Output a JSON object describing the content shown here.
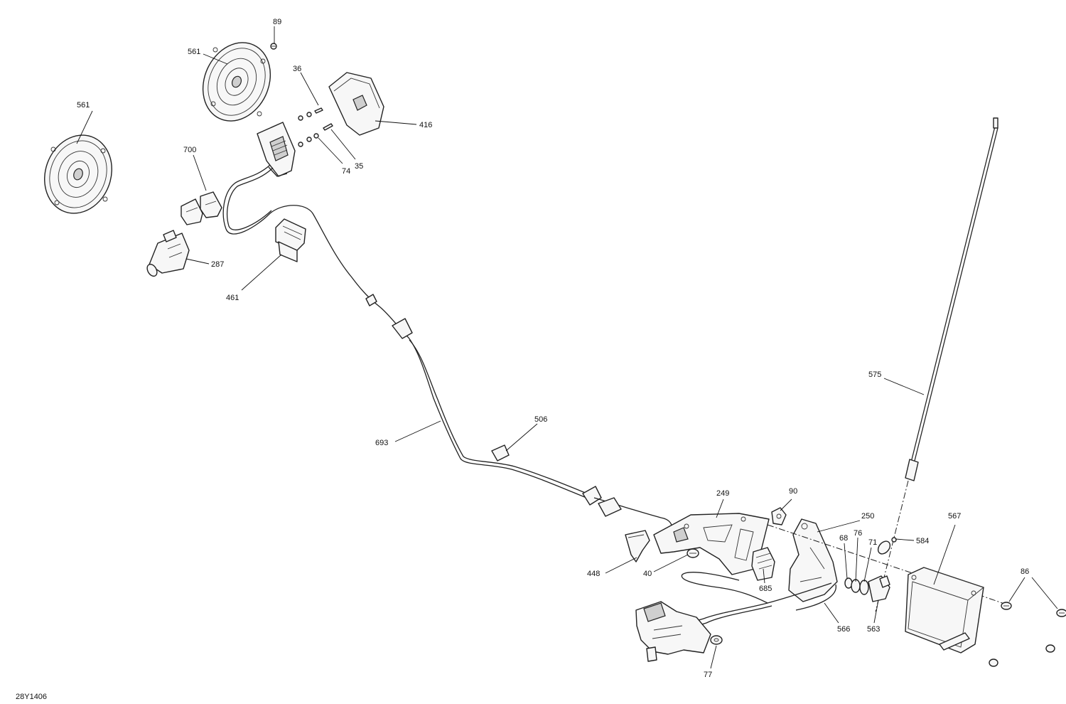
{
  "drawing_code": "28Y1406",
  "callouts": {
    "c89": "89",
    "c561a": "561",
    "c36": "36",
    "c561b": "561",
    "c416": "416",
    "c700": "700",
    "c74": "74",
    "c35": "35",
    "c287": "287",
    "c461": "461",
    "c575": "575",
    "c693": "693",
    "c506": "506",
    "c249": "249",
    "c90": "90",
    "c250": "250",
    "c567": "567",
    "c68": "68",
    "c76": "76",
    "c71": "71",
    "c584": "584",
    "c448": "448",
    "c40": "40",
    "c685": "685",
    "c86": "86",
    "c566": "566",
    "c563": "563",
    "c77": "77"
  }
}
